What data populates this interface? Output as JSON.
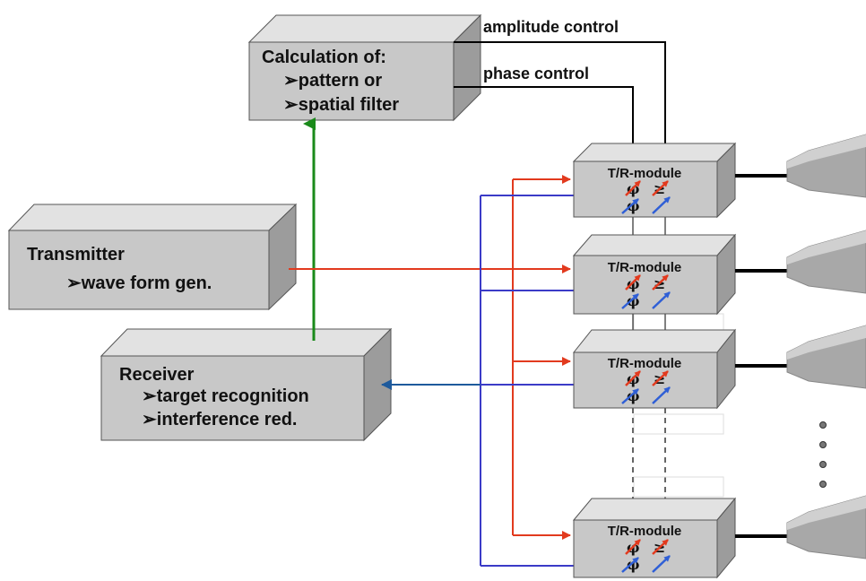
{
  "colors": {
    "box_front": "#c8c8c8",
    "box_top": "#e2e2e2",
    "box_side": "#9c9c9c",
    "transmit_arrow": "#e23a1e",
    "receive_line": "#3b3bc7",
    "receive_arrow": "#1e5a9c",
    "feedback_arrow": "#1a8a1a",
    "control_line": "#000000"
  },
  "calc_box": {
    "title": "Calculation of:",
    "items": [
      "➢pattern or",
      "➢spatial filter"
    ]
  },
  "transmitter": {
    "title": "Transmitter",
    "items": [
      "➢wave form gen."
    ]
  },
  "receiver": {
    "title": "Receiver",
    "items": [
      "➢target recognition",
      "➢interference red."
    ]
  },
  "control_labels": {
    "amplitude": "amplitude control",
    "phase": "phase control"
  },
  "modules": [
    {
      "label": "T/R-module",
      "phase_symbol": "φ",
      "amp_symbol": "≥"
    },
    {
      "label": "T/R-module",
      "phase_symbol": "φ",
      "amp_symbol": "≥"
    },
    {
      "label": "T/R-module",
      "phase_symbol": "φ",
      "amp_symbol": "≥"
    },
    {
      "label": "T/R-module",
      "phase_symbol": "φ",
      "amp_symbol": "≥"
    }
  ],
  "antenna_count": 4,
  "ellipsis_dots": 4
}
